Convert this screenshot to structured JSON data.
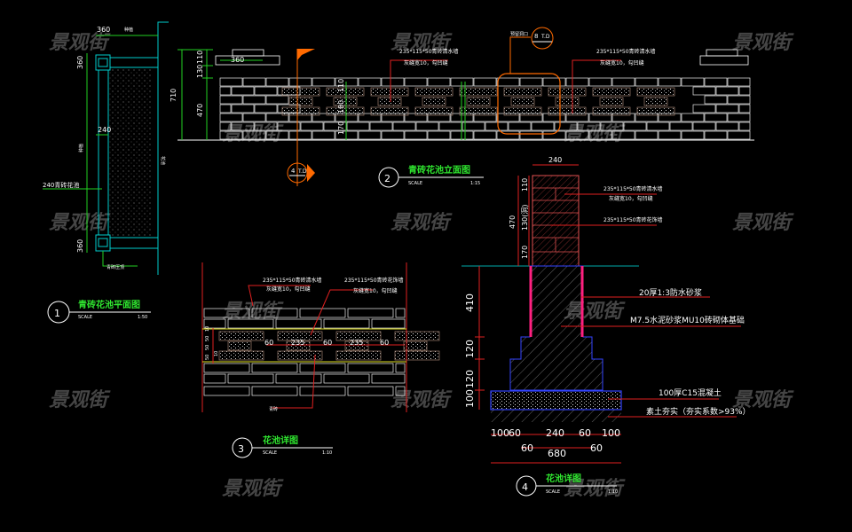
{
  "watermark": "景观街",
  "colors": {
    "background": "#000000",
    "dimension": "#22d022",
    "leader": "#e02020",
    "outline": "#00cccc",
    "brick": "#ffffff",
    "section": "#ff6a00",
    "foundation": "#2222ff"
  },
  "d1": {
    "number": "1",
    "title": "青砖花池平面图",
    "scale_label": "SCALE",
    "scale": "1:50",
    "dims": [
      "360",
      "360",
      "240",
      "360"
    ],
    "labels": {
      "top": "种植",
      "mid": "种植",
      "wall": "240青砖花池",
      "cap": "青砖压顶",
      "bed": "花池"
    }
  },
  "d2": {
    "number": "2",
    "title": "青砖花池立面图",
    "scale_label": "SCALE",
    "scale": "1:15",
    "dims": {
      "total": "710",
      "cap1": "110",
      "cap2": "130",
      "body": "470",
      "cap_w": "360",
      "a": "110",
      "b": "180",
      "c": "170"
    },
    "note1a": "235*115*50青砖清水墙",
    "note1b": "灰缝宽10，勾凹缝",
    "note2a": "235*115*50青砖清水墙",
    "note2b": "灰缝宽10，勾凹缝",
    "detail_label": "预留洞口",
    "callout_top": "8",
    "callout_bottom": "T.D",
    "section_top": "4",
    "section_bottom": "T.D"
  },
  "d3": {
    "number": "3",
    "title": "花池详图",
    "scale_label": "SCALE",
    "scale": "1:10",
    "note1a": "235*115*50青砖清水墙",
    "note1b": "灰缝宽10，勾凹缝",
    "note2a": "235*115*50青砖花饰墙",
    "note2b": "灰缝宽10，勾凹缝",
    "dims_h": [
      "60",
      "235",
      "60",
      "235",
      "60"
    ],
    "dims_v": [
      "10",
      "50",
      "50",
      "50",
      "10"
    ],
    "label_brick": "青砖"
  },
  "d4": {
    "number": "4",
    "title": "花池详图",
    "scale_label": "SCALE",
    "scale": "1:10",
    "top_w": "240",
    "dims_v_top": [
      "110",
      "130(洞)",
      "170"
    ],
    "total_top": "470",
    "dims_v_bottom": [
      "410",
      "120",
      "120",
      "100"
    ],
    "dims_h": [
      "100",
      "60",
      "240",
      "60",
      "100"
    ],
    "dims_h2": [
      "60",
      "60"
    ],
    "total_w": "680",
    "note_brick1": "235*115*50青砖清水墙",
    "note_brick1b": "灰缝宽10，勾凹缝",
    "note_brick2": "235*115*50青砖花饰墙",
    "note_waterproof": "20厚1:3防水砂浆",
    "note_masonry": "M7.5水泥砂浆MU10砖砌体基础",
    "note_concrete": "100厚C15混凝土",
    "note_soil": "素土夯实（夯实系数>93%）"
  }
}
